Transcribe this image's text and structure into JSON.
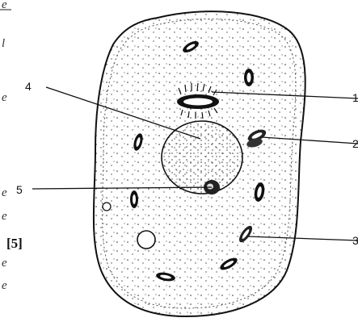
{
  "labels": {
    "l4": "4",
    "l5": "5",
    "l1": "1",
    "l2": "2",
    "l3": "3"
  },
  "marks": "[5]",
  "margin_fragments": [
    "e",
    "l",
    "e",
    "e",
    "e",
    "e",
    "e"
  ]
}
